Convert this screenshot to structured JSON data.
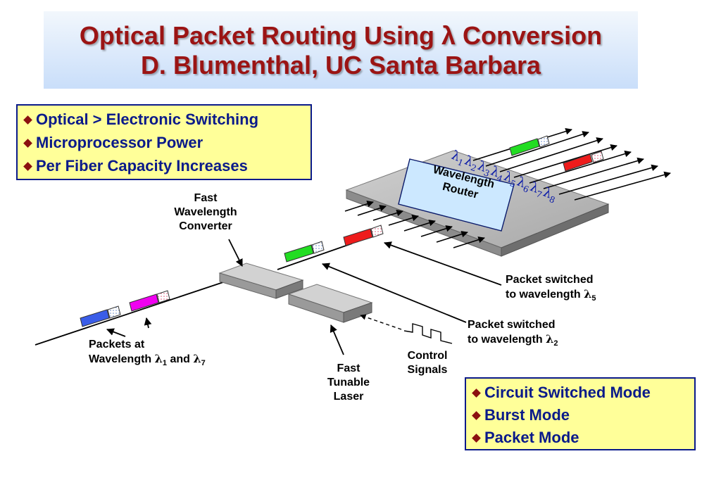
{
  "title": {
    "line1": "Optical Packet Routing Using λ Conversion",
    "line2": "D. Blumenthal, UC Santa Barbara"
  },
  "drivers_box": {
    "items": [
      "Optical > Electronic Switching",
      "Microprocessor Power",
      "Per Fiber Capacity Increases"
    ]
  },
  "modes_box": {
    "items": [
      "Circuit Switched Mode",
      "Burst Mode",
      "Packet Mode"
    ]
  },
  "labels": {
    "converter": [
      "Fast",
      "Wavelength",
      "Converter"
    ],
    "laser": [
      "Fast",
      "Tunable",
      "Laser"
    ],
    "control": [
      "Control",
      "Signals"
    ],
    "router": [
      "Wavelength",
      "Router"
    ],
    "packets_at_line1": "Packets at",
    "packets_at_line2": "Wavelength",
    "packets_at_l1": "λ",
    "packets_at_l1_sub": "1",
    "packets_at_and": "and",
    "packets_at_l7": "λ",
    "packets_at_l7_sub": "7",
    "switched5_line1": "Packet switched",
    "switched5_line2": "to wavelength",
    "switched5_l": "λ",
    "switched5_sub": "5",
    "switched2_line1": "Packet switched",
    "switched2_line2": "to wavelength",
    "switched2_l": "λ",
    "switched2_sub": "2"
  },
  "wavelength_labels": [
    {
      "symbol": "λ",
      "sub": "1"
    },
    {
      "symbol": "λ",
      "sub": "2"
    },
    {
      "symbol": "λ",
      "sub": "3"
    },
    {
      "symbol": "λ",
      "sub": "4"
    },
    {
      "symbol": "λ",
      "sub": "5"
    },
    {
      "symbol": "λ",
      "sub": "6"
    },
    {
      "symbol": "λ",
      "sub": "7"
    },
    {
      "symbol": "λ",
      "sub": "8"
    }
  ],
  "colors": {
    "title": "#9b1414",
    "bullet_text": "#0a1a8a",
    "bullet_fill": "#ffff99",
    "packet_blue": "#3a5de8",
    "packet_magenta": "#f000f0",
    "packet_green": "#22dd22",
    "packet_red": "#ee1c1c",
    "router_label_fill": "#cce8ff",
    "lambda_text": "#0a1aa8"
  }
}
